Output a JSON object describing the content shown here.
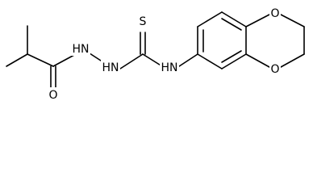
{
  "molecule": {
    "atoms": {
      "carbonyl_oxygen": "O",
      "hydrazide_nh": "HN",
      "hydrazine_nh": "HN",
      "thiocarbonyl_sulfur": "S",
      "thioamide_nh": "HN",
      "ring_oxygen_top": "O",
      "ring_oxygen_bottom": "O"
    }
  }
}
